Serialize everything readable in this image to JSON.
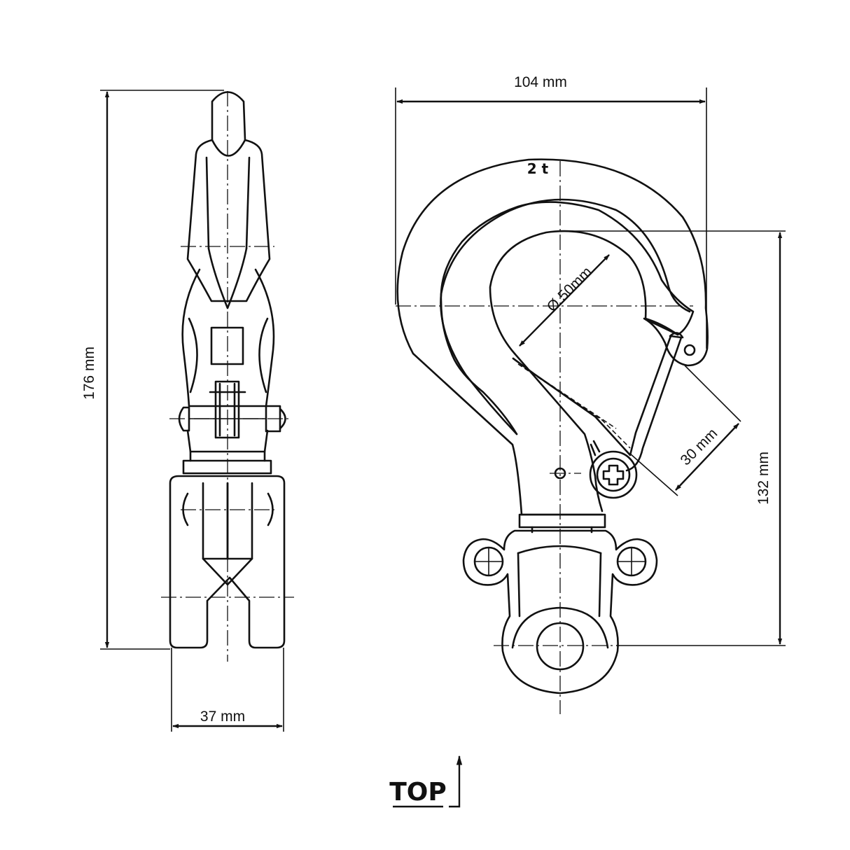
{
  "dimensions": {
    "height_total": "176 mm",
    "width_side": "37 mm",
    "width_hook": "104 mm",
    "height_hook": "132 mm",
    "throat_diameter": "Ø 50mm",
    "opening": "30 mm"
  },
  "rating": "2 t",
  "orientation_label": "TOP"
}
